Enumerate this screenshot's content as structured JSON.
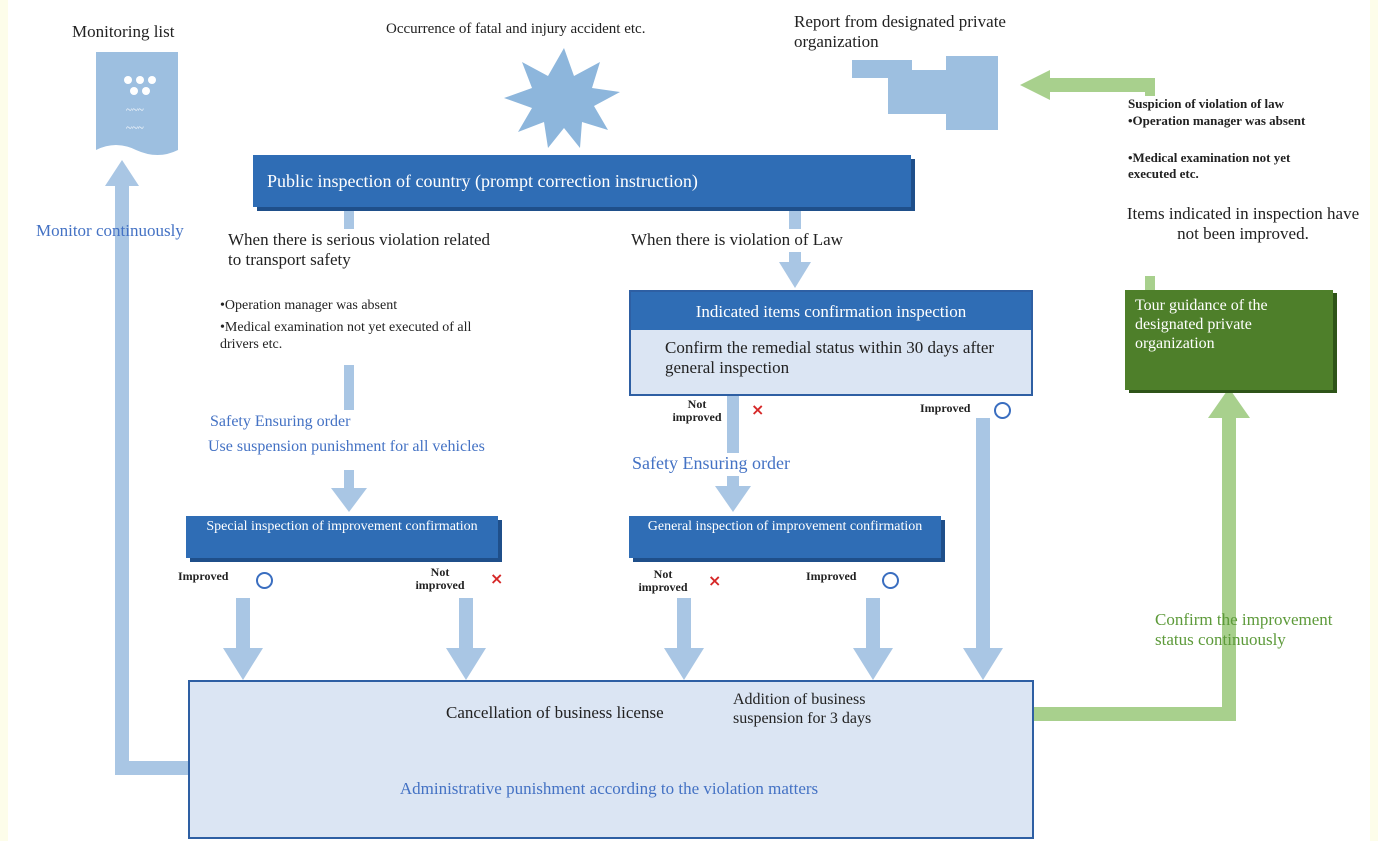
{
  "top": {
    "monitoring_list": "Monitoring list",
    "accident": "Occurrence of fatal and injury accident etc.",
    "report": "Report from designated private organization"
  },
  "public_inspection": "Public inspection of country (prompt correction instruction)",
  "monitor_continuously": "Monitor continuously",
  "serious": {
    "title": "When there is serious violation related to transport safety",
    "item1": "•Operation manager was absent",
    "item2": "•Medical examination not yet executed of all drivers etc."
  },
  "violation_law": "When there is violation of Law",
  "suspicion": {
    "title": "Suspicion of violation of law",
    "item1": "•Operation manager was absent",
    "item2": "•Medical examination not yet executed etc."
  },
  "items_not_improved": "Items indicated in inspection have not been improved.",
  "indicated": {
    "title": "Indicated items confirmation inspection",
    "body": "Confirm the remedial status within 30 days after general inspection"
  },
  "tour_guidance": "Tour guidance of the designated private organization",
  "safety_order_left": {
    "line1": "Safety Ensuring order",
    "line2": "Use suspension punishment for all vehicles"
  },
  "safety_order_mid": "Safety Ensuring order",
  "special_inspection": "Special inspection of improvement confirmation",
  "general_inspection": "General inspection of improvement confirmation",
  "labels": {
    "improved": "Improved",
    "not_improved": "Not improved"
  },
  "confirm_status": "Confirm the improvement status continuously",
  "cancellation": "Cancellation of business license",
  "addition": "Addition of business suspension for 3 days",
  "admin_punishment": "Administrative punishment according to the violation matters",
  "colors": {
    "arrow_blue": "#a9c6e4",
    "arrow_green": "#a8d08d",
    "box_blue": "#2f6db5",
    "box_green": "#4e7f2a",
    "light_fill": "#dbe5f3"
  }
}
